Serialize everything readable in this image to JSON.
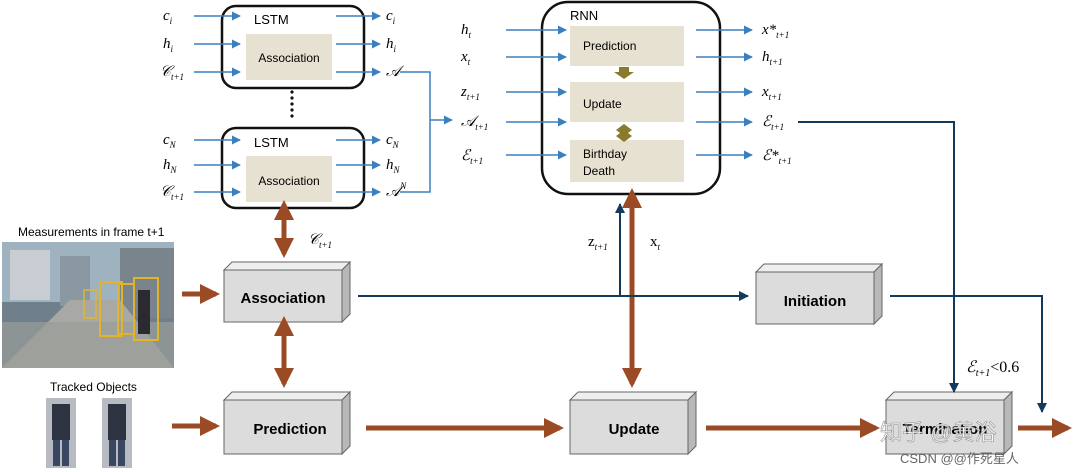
{
  "lstm_top": {
    "title": "LSTM",
    "inner": "Association",
    "inputs": [
      "c",
      "h",
      "𝒞"
    ],
    "input_subs": [
      "i",
      "i",
      "t+1"
    ],
    "outputs": [
      "c",
      "h",
      "𝒜"
    ],
    "output_subs": [
      "i",
      "i",
      ""
    ]
  },
  "lstm_bottom": {
    "title": "LSTM",
    "inner": "Association",
    "inputs": [
      "c",
      "h",
      "𝒞"
    ],
    "input_subs": [
      "N",
      "N",
      "t+1"
    ],
    "outputs": [
      "c",
      "h",
      "𝒜"
    ],
    "output_subs": [
      "N",
      "N",
      "N"
    ]
  },
  "rnn": {
    "title": "RNN",
    "blocks": [
      "Prediction",
      "Update",
      "Birthday",
      "Death"
    ],
    "inputs": [
      "h",
      "x",
      "z",
      "𝒜",
      "ℰ"
    ],
    "input_subs": [
      "t",
      "t",
      "t+1",
      "t+1",
      "t+1"
    ],
    "outputs": [
      "x*",
      "h",
      "x",
      "ℰ",
      "ℰ*"
    ],
    "output_subs": [
      "t+1",
      "t+1",
      "t+1",
      "t+1",
      "t+1"
    ]
  },
  "labels": {
    "measurements": "Measurements in frame t+1",
    "tracked": "Tracked Objects",
    "c_label": "𝒞",
    "c_sub": "t+1",
    "z_label": "z",
    "z_sub": "t+1",
    "x_label": "x",
    "x_sub": "t",
    "threshold_sym": "ℰ",
    "threshold_sub": "t+1",
    "threshold_rest": "<0.6"
  },
  "boxes": {
    "association": "Association",
    "initiation": "Initiation",
    "prediction": "Prediction",
    "update": "Update",
    "termination": "Termination"
  },
  "watermark": {
    "zhihu": "知乎 @黄浴",
    "csdn": "CSDN @@作死星人"
  },
  "colors": {
    "blue": "#3c7fbf",
    "dark_arrow": "#123a5c",
    "brown": "#9b4a26",
    "beige": "#e6e1d0",
    "box": "#dcdcdc"
  }
}
